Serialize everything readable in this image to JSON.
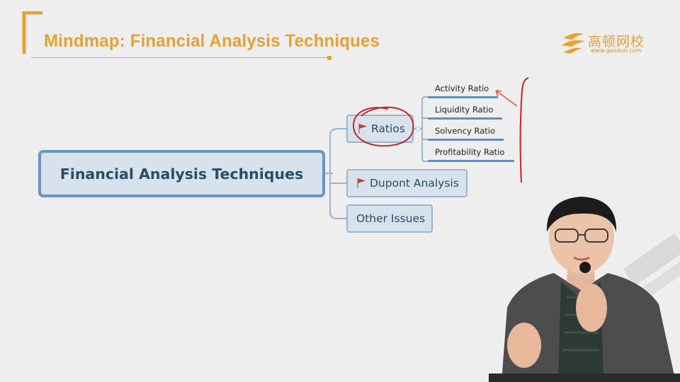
{
  "slide": {
    "title": "Mindmap: Financial Analysis Techniques"
  },
  "logo": {
    "name_cn": "高顿网校",
    "url": "www.gaodun.com"
  },
  "mindmap": {
    "root": "Financial Analysis Techniques",
    "branches": [
      {
        "label": "Ratios",
        "flag": true,
        "children": [
          "Activity Ratio",
          "Liquidity Ratio",
          "Solvency Ratio",
          "Profitability Ratio"
        ]
      },
      {
        "label": "Dupont Analysis",
        "flag": true,
        "children": []
      },
      {
        "label": "Other Issues",
        "flag": false,
        "children": []
      }
    ]
  },
  "colors": {
    "title": "#e8a031",
    "node_fill": "#d7e2ec",
    "node_border": "#6a95c2",
    "connector": "#9ab5cf",
    "annotation_ink": "#c8242d",
    "flag": "#d03a3a"
  }
}
